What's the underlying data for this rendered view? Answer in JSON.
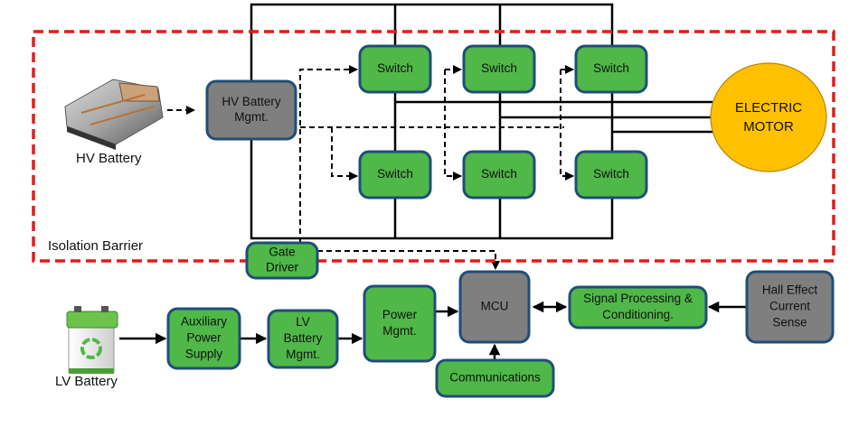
{
  "colors": {
    "block_green": "#4fb848",
    "block_gray": "#7f7f7f",
    "block_border": "#1f4e79",
    "motor_fill": "#ffc000",
    "motor_border": "#b8860b",
    "barrier": "#e31b1b",
    "wire": "#000000"
  },
  "labels": {
    "hv_battery": "HV Battery",
    "lv_battery": "LV Battery",
    "isolation_barrier": "Isolation Barrier"
  },
  "blocks": {
    "hv_battery_mgmt": [
      "HV Battery",
      "Mgmt."
    ],
    "switch_top_1": [
      "Switch"
    ],
    "switch_top_2": [
      "Switch"
    ],
    "switch_top_3": [
      "Switch"
    ],
    "switch_bottom_1": [
      "Switch"
    ],
    "switch_bottom_2": [
      "Switch"
    ],
    "switch_bottom_3": [
      "Switch"
    ],
    "electric_motor": [
      "ELECTRIC",
      "MOTOR"
    ],
    "gate_driver": [
      "Gate",
      "Driver"
    ],
    "auxiliary_power_supply": [
      "Auxiliary",
      "Power",
      "Supply"
    ],
    "lv_battery_mgmt": [
      "LV",
      "Battery",
      "Mgmt."
    ],
    "power_mgmt": [
      "Power",
      "Mgmt."
    ],
    "mcu": [
      "MCU"
    ],
    "communications": [
      "Communications"
    ],
    "signal_processing": [
      "Signal Processing &",
      "Conditioning."
    ],
    "hall_effect": [
      "Hall Effect",
      "Current",
      "Sense"
    ]
  },
  "connections": [
    {
      "from": "HV Battery",
      "to": "HV Battery Mgmt.",
      "style": "dashed"
    },
    {
      "from": "Gate Driver",
      "to": "Switch (all 6)",
      "style": "dashed"
    },
    {
      "from": "Gate Driver",
      "to": "MCU",
      "style": "dashed"
    },
    {
      "from": "Switch legs",
      "to": "ELECTRIC MOTOR",
      "style": "solid",
      "phases": 3
    },
    {
      "from": "LV Battery",
      "to": "Auxiliary Power Supply",
      "style": "solid"
    },
    {
      "from": "Auxiliary Power Supply",
      "to": "LV Battery Mgmt.",
      "style": "solid"
    },
    {
      "from": "LV Battery Mgmt.",
      "to": "Power Mgmt.",
      "style": "solid"
    },
    {
      "from": "Power Mgmt.",
      "to": "MCU",
      "style": "solid"
    },
    {
      "from": "Communications",
      "to": "MCU",
      "style": "solid"
    },
    {
      "from": "MCU",
      "to": "Signal Processing & Conditioning.",
      "style": "bidirectional"
    },
    {
      "from": "Hall Effect Current Sense",
      "to": "Signal Processing & Conditioning.",
      "style": "solid"
    }
  ]
}
